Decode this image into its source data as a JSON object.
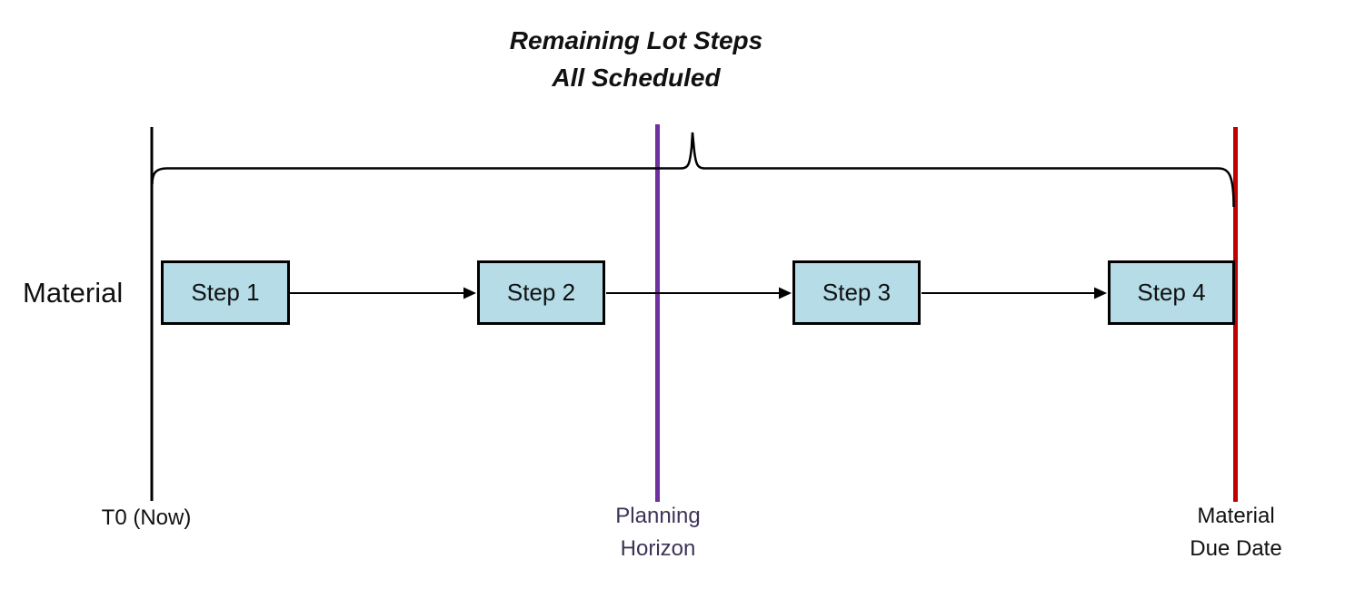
{
  "title": {
    "line1": "Remaining Lot Steps",
    "line2": "All Scheduled"
  },
  "row_label": "Material",
  "steps": [
    {
      "label": "Step 1"
    },
    {
      "label": "Step 2"
    },
    {
      "label": "Step 3"
    },
    {
      "label": "Step 4"
    }
  ],
  "markers": {
    "t0": {
      "label": "T0 (Now)",
      "line_color": "#000000",
      "text_color": "#111111"
    },
    "planning_horizon": {
      "label_line1": "Planning",
      "label_line2": "Horizon",
      "line_color": "#7030A0",
      "text_color": "#3E3357"
    },
    "due_date": {
      "label_line1": "Material",
      "label_line2": "Due Date",
      "line_color": "#C00000",
      "text_color": "#111111"
    }
  },
  "colors": {
    "background": "#FFFFFF",
    "box_fill": "#B5DCE7",
    "box_border": "#000000",
    "arrow": "#000000",
    "brace": "#000000"
  }
}
